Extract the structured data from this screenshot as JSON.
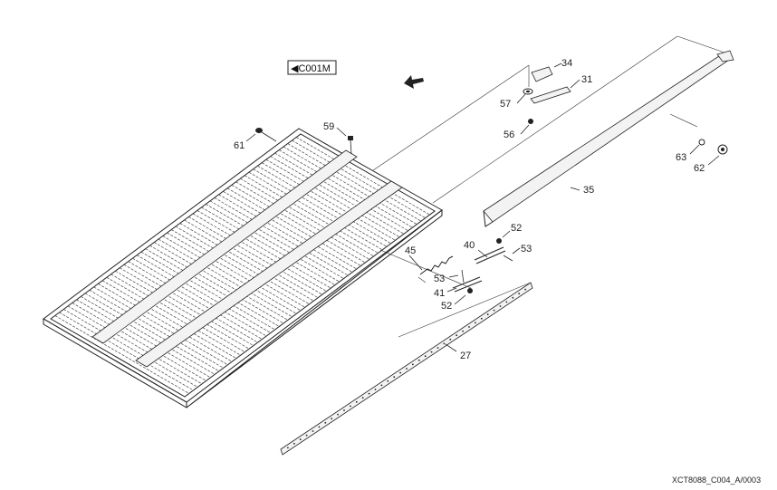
{
  "reference": {
    "label": "◀C001M"
  },
  "figure_id": "XCT8088_C004_A/0003",
  "callouts": {
    "c34": "34",
    "c31": "31",
    "c57": "57",
    "c56": "56",
    "c59": "59",
    "c61": "61",
    "c63": "63",
    "c62": "62",
    "c35": "35",
    "c52a": "52",
    "c40": "40",
    "c53a": "53",
    "c45": "45",
    "c53b": "53",
    "c41": "41",
    "c52b": "52",
    "c27": "27"
  },
  "icons": {
    "direction": "direction-arrow-icon"
  }
}
